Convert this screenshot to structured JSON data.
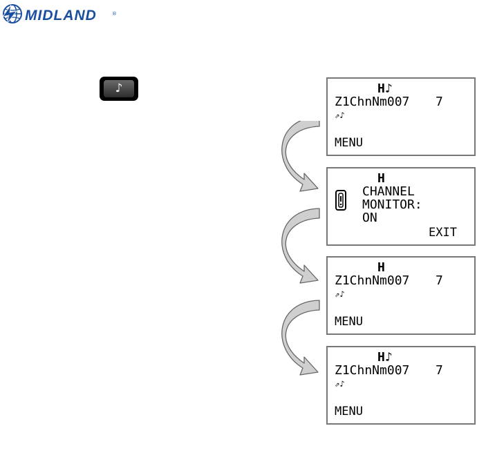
{
  "logo": {
    "brand_text": "MIDLAND",
    "tm": "®",
    "globe_icon": "globe-icon"
  },
  "key_button": {
    "icon": "music-note-icon",
    "glyph": "♪"
  },
  "screens": [
    {
      "line1": "H♪",
      "line2": "Z1ChnNm007",
      "line2_value": "7",
      "line3": "⇗♪",
      "softkey": "MENU"
    },
    {
      "line1": "H",
      "lines": [
        "CHANNEL",
        "MONITOR:",
        "ON"
      ],
      "softkey": "EXIT",
      "icon": "radio-monitor-icon"
    },
    {
      "line1": "H",
      "line2": "Z1ChnNm007",
      "line2_value": "7",
      "line3": "⇗♪",
      "softkey": "MENU"
    },
    {
      "line1": "H♪",
      "line2": "Z1ChnNm007",
      "line2_value": "7",
      "line3": "⇗♪",
      "softkey": "MENU"
    }
  ],
  "colors": {
    "brand": "#1a4fa0",
    "arrow_fill": "#cfcfcf",
    "arrow_stroke": "#666666",
    "lcd_border": "#777777"
  }
}
